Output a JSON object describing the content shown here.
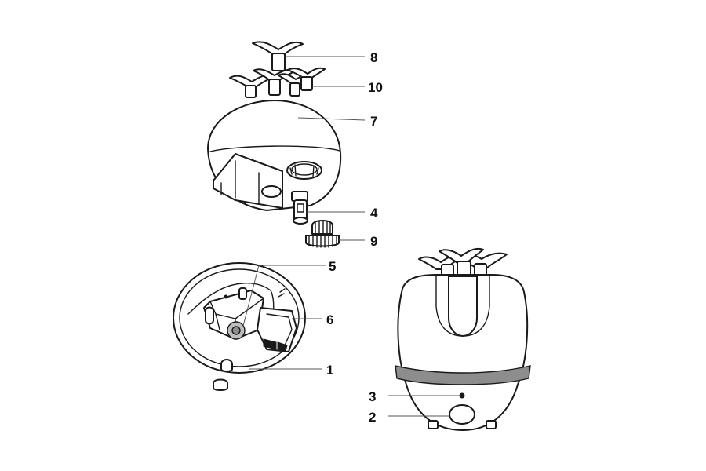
{
  "callouts": [
    {
      "id": "8",
      "label": "8"
    },
    {
      "id": "10",
      "label": "10"
    },
    {
      "id": "7",
      "label": "7"
    },
    {
      "id": "4",
      "label": "4"
    },
    {
      "id": "9",
      "label": "9"
    },
    {
      "id": "5",
      "label": "5"
    },
    {
      "id": "6",
      "label": "6"
    },
    {
      "id": "1",
      "label": "1"
    },
    {
      "id": "3",
      "label": "3"
    },
    {
      "id": "2",
      "label": "2"
    }
  ],
  "colors": {
    "line": "#1a1a1a",
    "background": "#ffffff",
    "band": "#8d8d8d",
    "shadow": "#bdbdbd"
  }
}
